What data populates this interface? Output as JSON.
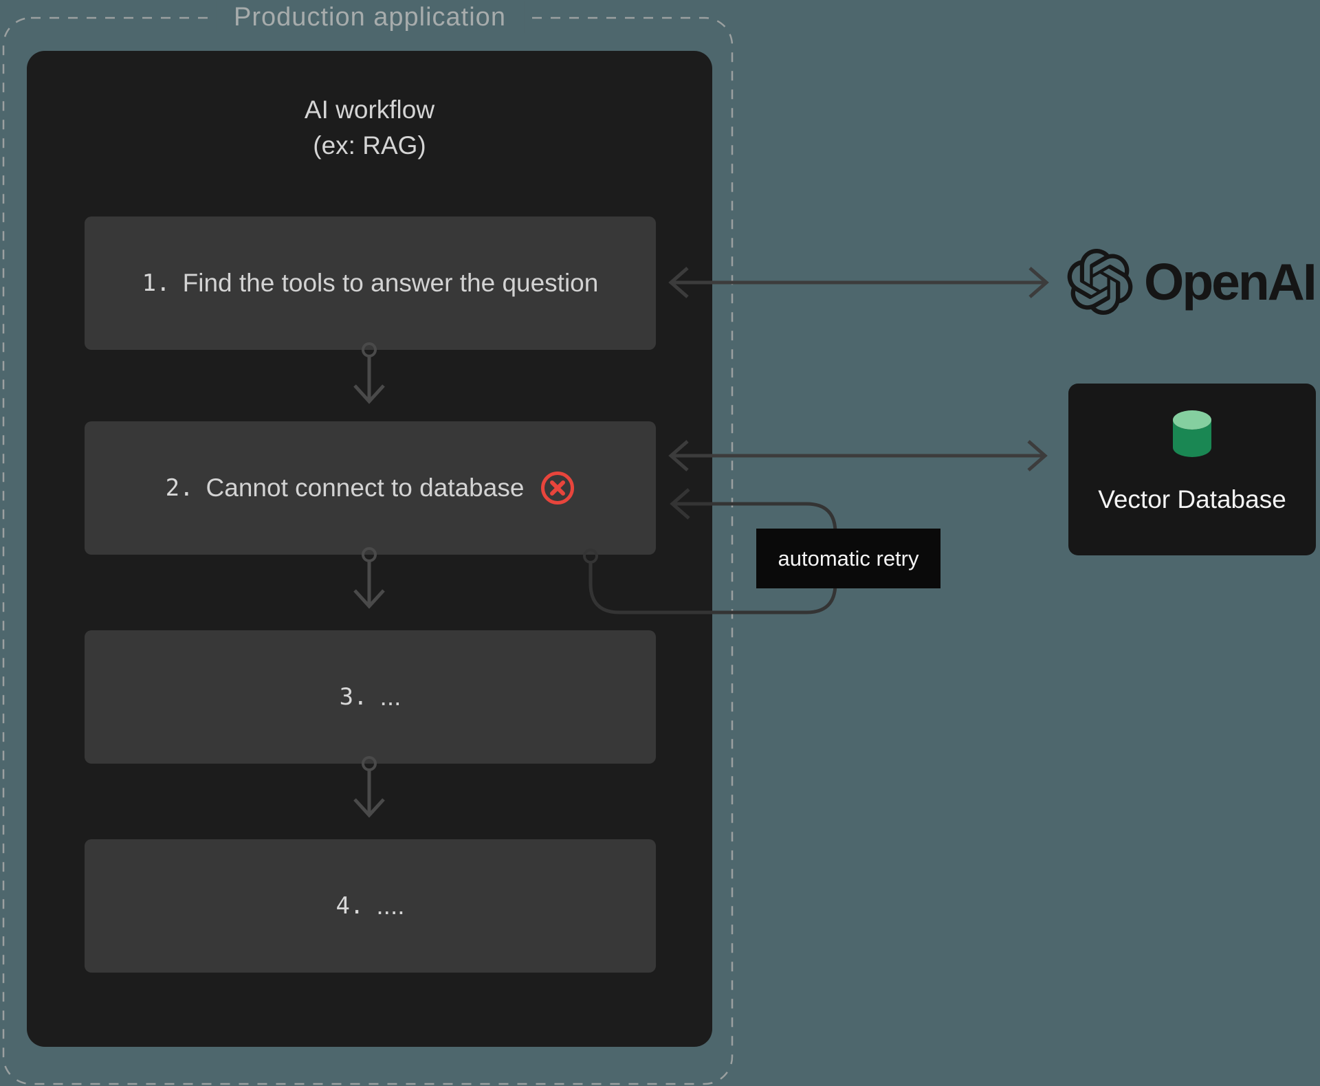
{
  "production": {
    "label": "Production application"
  },
  "workflow": {
    "title_line1": "AI workflow",
    "title_line2": "(ex: RAG)",
    "steps": [
      {
        "number": "1.",
        "text": "Find the tools to answer the question"
      },
      {
        "number": "2.",
        "text": "Cannot connect to database"
      },
      {
        "number": "3.",
        "text": "..."
      },
      {
        "number": "4.",
        "text": "...."
      }
    ]
  },
  "retry": {
    "label": "automatic retry"
  },
  "openai": {
    "wordmark": "OpenAI"
  },
  "vector_db": {
    "label": "Vector Database"
  },
  "colors": {
    "background": "#4e676d",
    "dashed_border": "#9ba0a0",
    "panel": "#1c1c1c",
    "step_box": "#383838",
    "step_text": "#d3d3d3",
    "arrow_gray": "#3c3c3c",
    "connector_gray": "#4a4a4a",
    "error_red": "#e8453c",
    "retry_label_bg": "#0a0a0a",
    "vector_card_bg": "#171717",
    "cylinder_green": "#1a8753",
    "cylinder_green_light": "#85cfa0",
    "openai_black": "#151515"
  }
}
